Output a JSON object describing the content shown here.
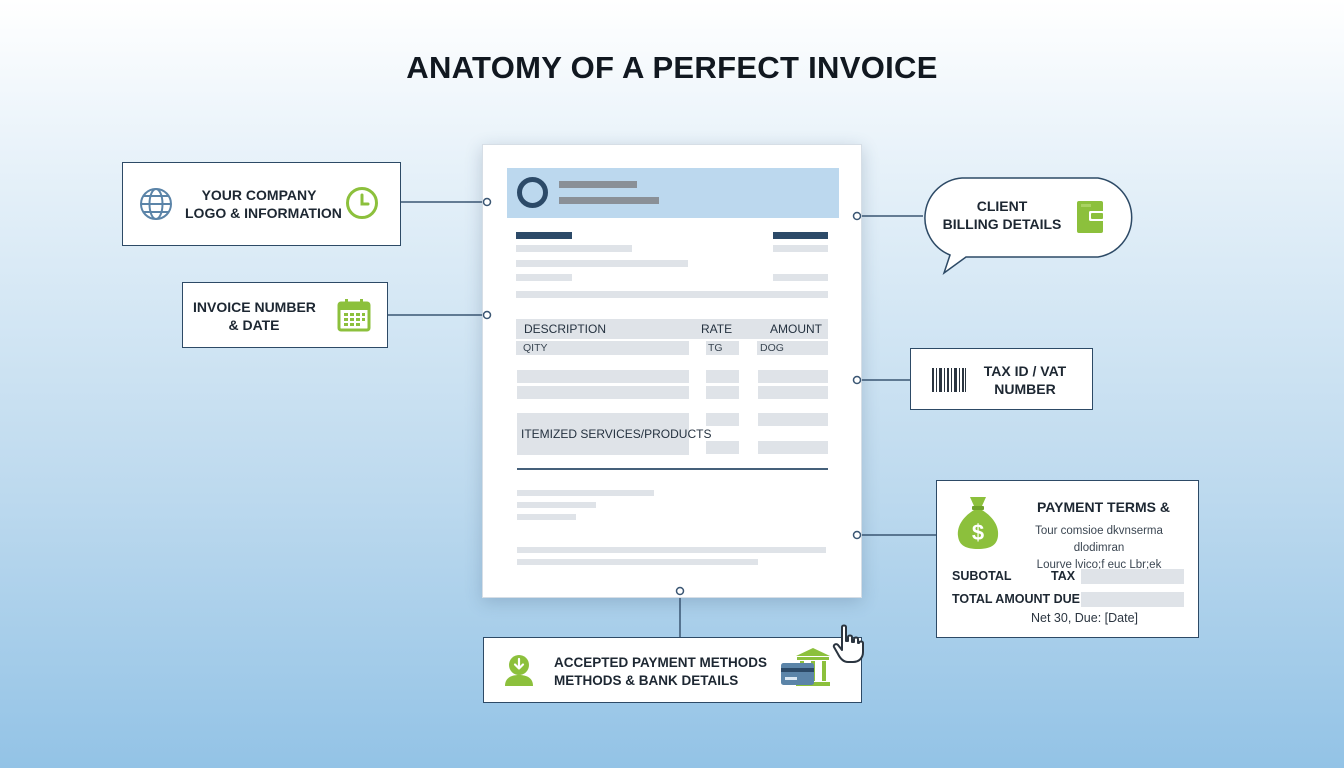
{
  "title": "ANATOMY OF A PERFECT INVOICE",
  "invoice": {
    "col_description": "DESCRIPTION",
    "col_rate": "RATE",
    "col_amount": "AMOUNT",
    "row_qty": "QITY",
    "row_rate": "TG",
    "row_amount": "DOG",
    "items_label": "ITEMIZED SERVICES/PRODUCTS"
  },
  "callouts": {
    "company": {
      "line1": "YOUR COMPANY",
      "line2": "LOGO & INFORMATION",
      "icons": [
        "globe-icon",
        "clock-icon"
      ]
    },
    "invoice_number": {
      "line1": "INVOICE NUMBER",
      "line2": "& DATE",
      "icons": [
        "calendar-icon"
      ]
    },
    "client": {
      "line1": "CLIENT",
      "line2": "BILLING DETAILS",
      "icons": [
        "speech-bubble",
        "wallet-icon"
      ]
    },
    "tax": {
      "line1": "TAX ID / VAT",
      "line2": "NUMBER",
      "icons": [
        "barcode-icon"
      ]
    },
    "payment_terms": {
      "title": "PAYMENT TERMS &",
      "desc_line1": "Tour comsioe dkvnserma dlodimran",
      "desc_line2": "Lourve lvico;f euc Lbr;ek",
      "subtotal_label": "SUBOTAL",
      "tax_label": "TAX",
      "total_label": "TOTAL AMOUNT DUE",
      "note": "Net 30, Due: [Date]",
      "icons": [
        "money-bag-icon"
      ]
    },
    "payment_methods": {
      "line1": "ACCEPTED PAYMENT METHODS",
      "line2": "METHODS & BANK DETAILS",
      "icons": [
        "person-download-icon",
        "bank-card-icon",
        "hand-cursor-icon"
      ]
    }
  },
  "colors": {
    "accent_green": "#8cc03c",
    "navy": "#2c4a68",
    "icon_blue": "#5b84a8",
    "header_blue": "#bcd8ee"
  }
}
